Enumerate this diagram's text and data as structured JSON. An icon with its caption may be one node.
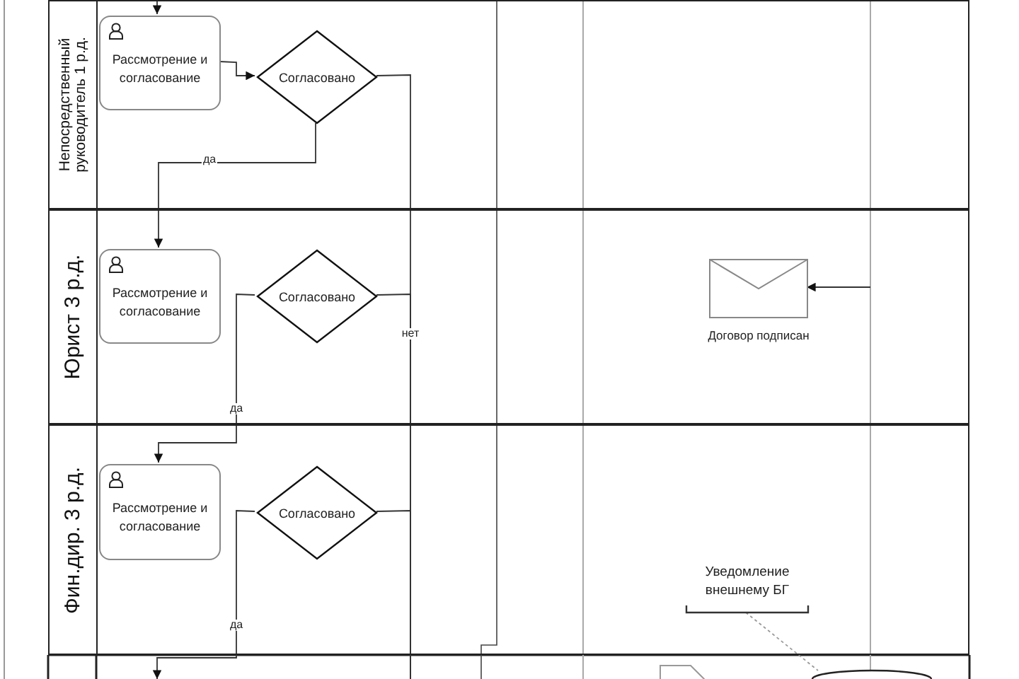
{
  "diagram": {
    "nodes": [
      {
        "text": [
          "Непосредственный руководитель 1 р.д."
        ]
      },
      {
        "text": [
          "Рассмотрение и согласование"
        ],
        "in": 0
      },
      {
        "text": [
          "Согласовано"
        ],
        "in": 0
      },
      {
        "text": [
          "Юрист 3 р.д."
        ]
      },
      {
        "text": [
          "Рассмотрение и согласование"
        ],
        "in": 3
      },
      {
        "text": [
          "Согласовано"
        ],
        "in": 3
      },
      {
        "text": [
          "Договор подписан"
        ],
        "in": 3
      },
      {
        "text": [
          "Фин.дир. 3 р.д."
        ]
      },
      {
        "text": [
          "Рассмотрение и согласование"
        ],
        "in": 7
      },
      {
        "text": [
          "Согласовано"
        ],
        "in": 7
      },
      {
        "text": [
          "Уведомление внешнему БГ"
        ],
        "in": 7
      },
      {
        "text": [],
        "shape": "document"
      },
      {
        "text": [],
        "shape": "cylinder"
      }
    ],
    "edges": [
      {
        "from": null,
        "to": 1,
        "arrow": "to"
      },
      {
        "from": 1,
        "to": 2,
        "arrow": "to"
      },
      {
        "from": 2,
        "to": 4,
        "arrow": "to",
        "label": "да"
      },
      {
        "from": 2,
        "to": null,
        "arrow": "none"
      },
      {
        "from": 5,
        "to": null,
        "arrow": "none",
        "label": "нет"
      },
      {
        "from": 9,
        "to": null,
        "arrow": "none"
      },
      {
        "from": 5,
        "to": 8,
        "arrow": "to",
        "label": "да"
      },
      {
        "from": 9,
        "to": null,
        "arrow": "to",
        "label": "да"
      },
      {
        "from": null,
        "to": 6,
        "arrow": "to"
      },
      {
        "from": 10,
        "to": 12,
        "arrow": "none",
        "style": "dashed",
        "color": "#999999"
      }
    ]
  }
}
